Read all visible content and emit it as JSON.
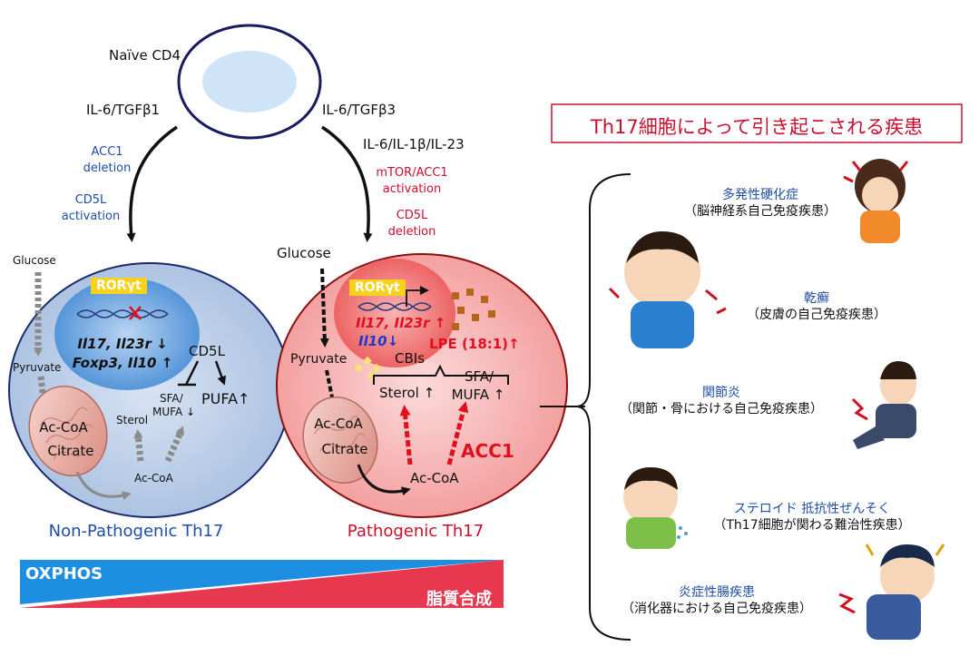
{
  "naive": "Naïve CD4",
  "left_path": {
    "cytokines": "IL-6/TGFβ1",
    "acc1_line1": "ACC1",
    "acc1_line2": "deletion",
    "cd5l_line1": "CD5L",
    "cd5l_line2": "activation"
  },
  "right_path": {
    "cytokines1": "IL-6/TGFβ3",
    "cytokines2": "IL-6/IL-1β/IL-23",
    "mtor_line1": "mTOR/ACC1",
    "mtor_line2": "activation",
    "cd5l_line1": "CD5L",
    "cd5l_line2": "deletion"
  },
  "left_cell": {
    "glucose": "Glucose",
    "pyruvate": "Pyruvate",
    "rorgt": "RORγt",
    "genes1": "Il17, Il23r ↓",
    "genes2": "Foxp3, Il10 ↑",
    "cd5l": "CD5L",
    "acc": "Ac-CoA",
    "citrate": "Citrate",
    "sterol": "Sterol",
    "sfa": "SFA/",
    "mufa": "MUFA ↓",
    "pufa": "PUFA↑",
    "accoa_small": "Ac-CoA",
    "label": "Non-Pathogenic Th17"
  },
  "right_cell": {
    "glucose": "Glucose",
    "pyruvate": "Pyruvate",
    "rorgt": "RORγt",
    "genes1": "Il17, Il23r ↑",
    "genes2": "Il10↓",
    "lpe": "LPE (18:1)↑",
    "cbis": "CBIs",
    "sterol": "Sterol ↑",
    "sfa": "SFA/",
    "mufa": "MUFA ↑",
    "acc": "Ac-CoA",
    "citrate": "Citrate",
    "accoa": "Ac-CoA",
    "acc1": "ACC1",
    "label": "Pathogenic Th17"
  },
  "bar": {
    "oxphos": "OXPHOS",
    "lipid": "脂質合成"
  },
  "panel": {
    "title": "Th17細胞によって引き起こされる疾患",
    "diseases": [
      {
        "name": "多発性硬化症",
        "desc": "（脳神経系自己免疫疾患）"
      },
      {
        "name": "乾癬",
        "desc": "（皮膚の自己免疫疾患）"
      },
      {
        "name": "関節炎",
        "desc": "（関節・骨における自己免疫疾患）"
      },
      {
        "name": "ステロイド 抵抗性ぜんそく",
        "desc": "（Th17細胞が関わる難治性疾患）"
      },
      {
        "name": "炎症性腸疾患",
        "desc": "（消化器における自己免疫疾患）"
      }
    ]
  },
  "colors": {
    "blue_text": "#1f4ea3",
    "red_text": "#c8102e",
    "oxphos_blue": "#1e8fe0",
    "lipid_red": "#e8384f"
  }
}
